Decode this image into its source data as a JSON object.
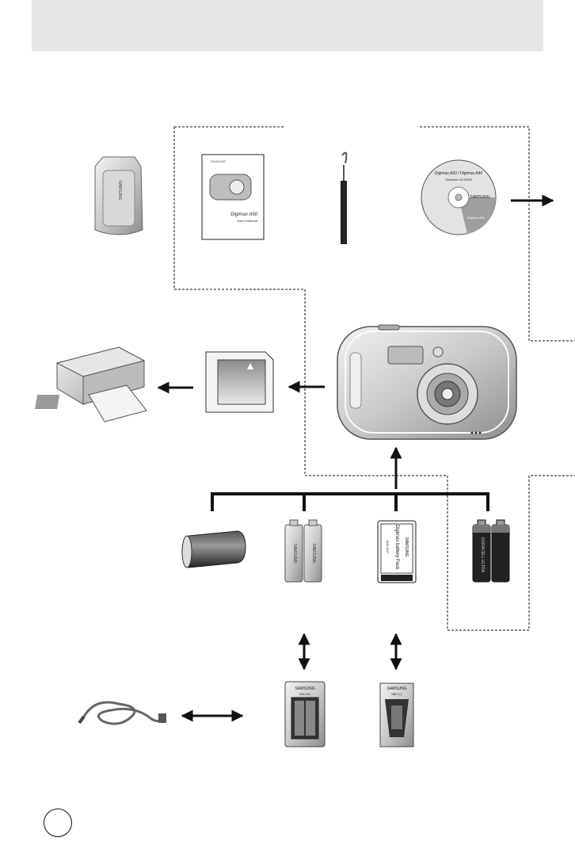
{
  "header": {
    "title": ""
  },
  "page": {
    "number": ""
  },
  "brand_text": {
    "case": "SAMSUNG",
    "manual_model": "Digimax A50",
    "manual_sub": "User's Manual",
    "manual_brand": "SAMSUNG",
    "cd_brand": "SAMSUNG",
    "cd_title": "Digimax A50 / Digimax A40",
    "cd_sub": "Software CD-ROM",
    "cd_side": "Digimax A50",
    "battery_pack_brand": "SAMSUNG",
    "battery_pack_title": "Digimax battery Pack",
    "battery_pack_model": "SLB-1137",
    "aa_left": "SAMSUNG",
    "aa_right": "SAMSUNG",
    "alkaline": "DURACELL ULTRA",
    "charger_left_brand": "SAMSUNG",
    "charger_left_model": "SBC-N1",
    "charger_right_brand": "SAMSUNG",
    "charger_right_model": "SBC-L1"
  },
  "colors": {
    "line": "#111111",
    "header": "#e6e6e6",
    "product": "#c8c8c8"
  }
}
